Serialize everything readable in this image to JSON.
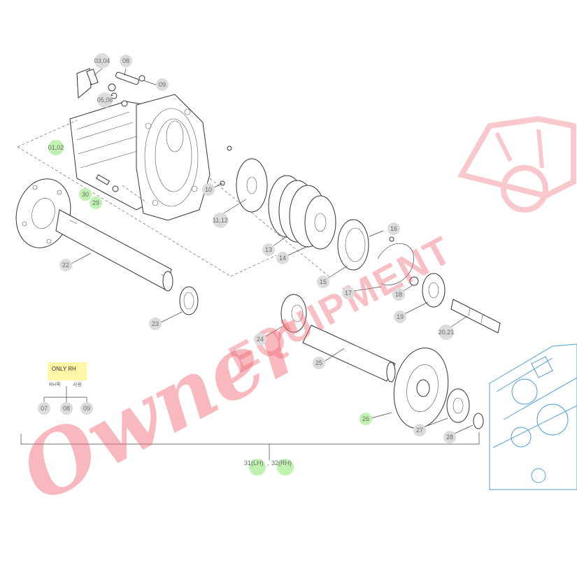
{
  "note": {
    "title": "ONLY RH",
    "sub_left": "RH쪽",
    "sub_right": "사용"
  },
  "callouts": [
    {
      "key": "c0304",
      "text": "03,04",
      "hl": false
    },
    {
      "key": "c08a",
      "text": "08",
      "hl": false
    },
    {
      "key": "c09a",
      "text": "09",
      "hl": false
    },
    {
      "key": "c0506",
      "text": "05,06",
      "hl": false
    },
    {
      "key": "c0102",
      "text": "01,02",
      "hl": true
    },
    {
      "key": "c30",
      "text": "30",
      "hl": true
    },
    {
      "key": "c29",
      "text": "29",
      "hl": true
    },
    {
      "key": "c10",
      "text": "10",
      "hl": false
    },
    {
      "key": "c1112",
      "text": "11,12",
      "hl": false
    },
    {
      "key": "c13",
      "text": "13",
      "hl": false
    },
    {
      "key": "c14",
      "text": "14",
      "hl": false
    },
    {
      "key": "c15",
      "text": "15",
      "hl": false
    },
    {
      "key": "c16",
      "text": "16",
      "hl": false
    },
    {
      "key": "c17",
      "text": "17",
      "hl": false
    },
    {
      "key": "c18",
      "text": "18",
      "hl": false
    },
    {
      "key": "c19",
      "text": "19",
      "hl": false
    },
    {
      "key": "c2021",
      "text": "20,21",
      "hl": false
    },
    {
      "key": "c22",
      "text": "22",
      "hl": false
    },
    {
      "key": "c23",
      "text": "23",
      "hl": false
    },
    {
      "key": "c24",
      "text": "24",
      "hl": false
    },
    {
      "key": "c25",
      "text": "25",
      "hl": false
    },
    {
      "key": "c26",
      "text": "26",
      "hl": true
    },
    {
      "key": "c27",
      "text": "27",
      "hl": false
    },
    {
      "key": "c28",
      "text": "28",
      "hl": false
    },
    {
      "key": "c07b",
      "text": "07",
      "hl": false
    },
    {
      "key": "c08b",
      "text": "08",
      "hl": false
    },
    {
      "key": "c09b",
      "text": "09",
      "hl": false
    }
  ],
  "assembly": {
    "lh": "31(LH)",
    "sep": ",",
    "rh": "32(RH)"
  },
  "watermark": {
    "script": "Owner",
    "block": "EQUIPMENT"
  },
  "colors": {
    "highlight_green": "#bff2b0",
    "callout_grey": "#dcdcdc",
    "note_yellow": "#fff6a8",
    "watermark_red": "#f0646e",
    "housing_blue": "#4f9fd6",
    "line": "#333333"
  }
}
